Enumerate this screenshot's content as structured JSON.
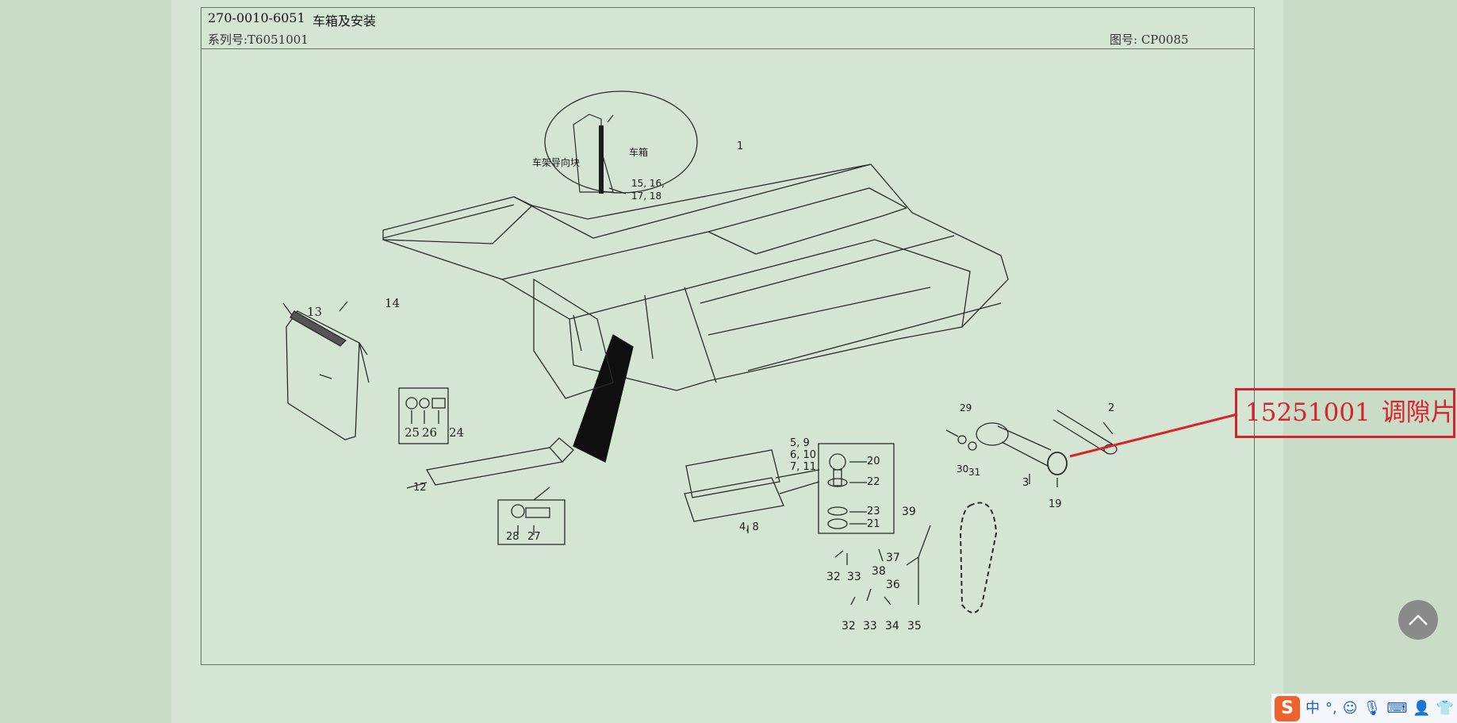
{
  "header": {
    "part_code": "270-0010-6051",
    "part_name": "车箱及安装",
    "serial": "系列号:T6051001",
    "drawing_no": "图号: CP0085"
  },
  "detail_labels": {
    "guide_block": "车架导向块",
    "body": "车箱",
    "items_a": "15, 16,",
    "items_b": "17, 18"
  },
  "part_numbers": {
    "n1": "1",
    "n2": "2",
    "n3": "3",
    "n4_8": "4, 8",
    "n5_9": "5, 9",
    "n6_10": "6, 10",
    "n7_11": "7, 11",
    "n12": "12",
    "n13": "13",
    "n14": "14",
    "n19": "19",
    "n20": "20",
    "n21": "21",
    "n22": "22",
    "n23": "23",
    "n24": "24",
    "n25": "25",
    "n26": "26",
    "n27": "27",
    "n28": "28",
    "n29": "29",
    "n30": "30",
    "n31": "31",
    "n32a": "32",
    "n33a": "33",
    "n38": "38",
    "n37": "37",
    "n39": "39",
    "n36": "36",
    "n32b": "32",
    "n33b": "33",
    "n34": "34",
    "n35": "35"
  },
  "callout": {
    "code": "15251001",
    "name": "调隙片",
    "color": "#d8232f"
  },
  "controls": {
    "back_to_top": "chevron-up-icon"
  },
  "ime": {
    "logo": "S",
    "lang": "中",
    "punct": "°,",
    "icons": [
      "smile-icon",
      "mic-icon",
      "keyboard-icon",
      "user-icon",
      "shirt-icon"
    ]
  }
}
